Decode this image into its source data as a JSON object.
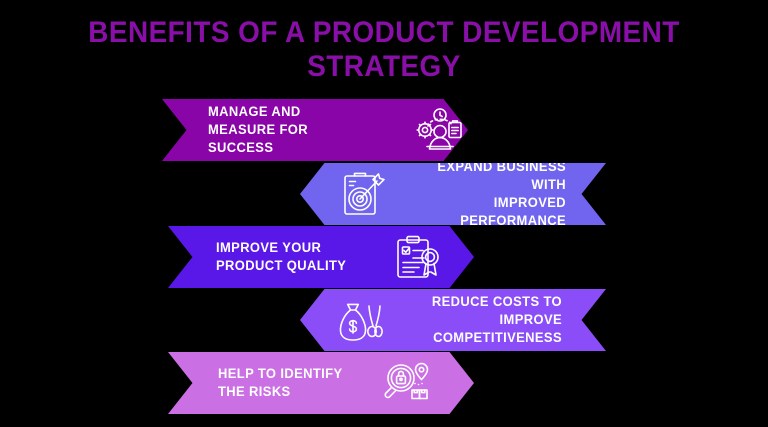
{
  "page": {
    "background_color": "#000000",
    "title": "BENEFITS OF A PRODUCT DEVELOPMENT STRATEGY",
    "title_color": "#8A0FA8",
    "text_color": "#FFFFFF"
  },
  "banners": [
    {
      "index": 1,
      "label": "MANAGE AND\nMEASURE FOR SUCCESS",
      "color": "#8A05A8",
      "direction": "right",
      "icon": "performance-person-clock-clipboard-icon",
      "icon_side": "right"
    },
    {
      "index": 2,
      "label": "EXPAND BUSINESS WITH\nIMPROVED PERFORMANCE",
      "color": "#7164EE",
      "direction": "left",
      "icon": "clipboard-target-dart-icon",
      "icon_side": "left"
    },
    {
      "index": 3,
      "label": "IMPROVE YOUR\nPRODUCT QUALITY",
      "color": "#5A18E8",
      "direction": "right",
      "icon": "clipboard-check-award-ribbon-icon",
      "icon_side": "right"
    },
    {
      "index": 4,
      "label": "REDUCE COSTS TO IMPROVE\nCOMPETITIVENESS",
      "color": "#8B4DF7",
      "direction": "left",
      "icon": "money-bag-scissors-icon",
      "icon_side": "left"
    },
    {
      "index": 5,
      "label": "HELP TO IDENTIFY\nTHE RISKS",
      "color": "#CB6FE4",
      "direction": "right",
      "icon": "magnifier-lock-risk-icon",
      "icon_side": "right"
    }
  ]
}
